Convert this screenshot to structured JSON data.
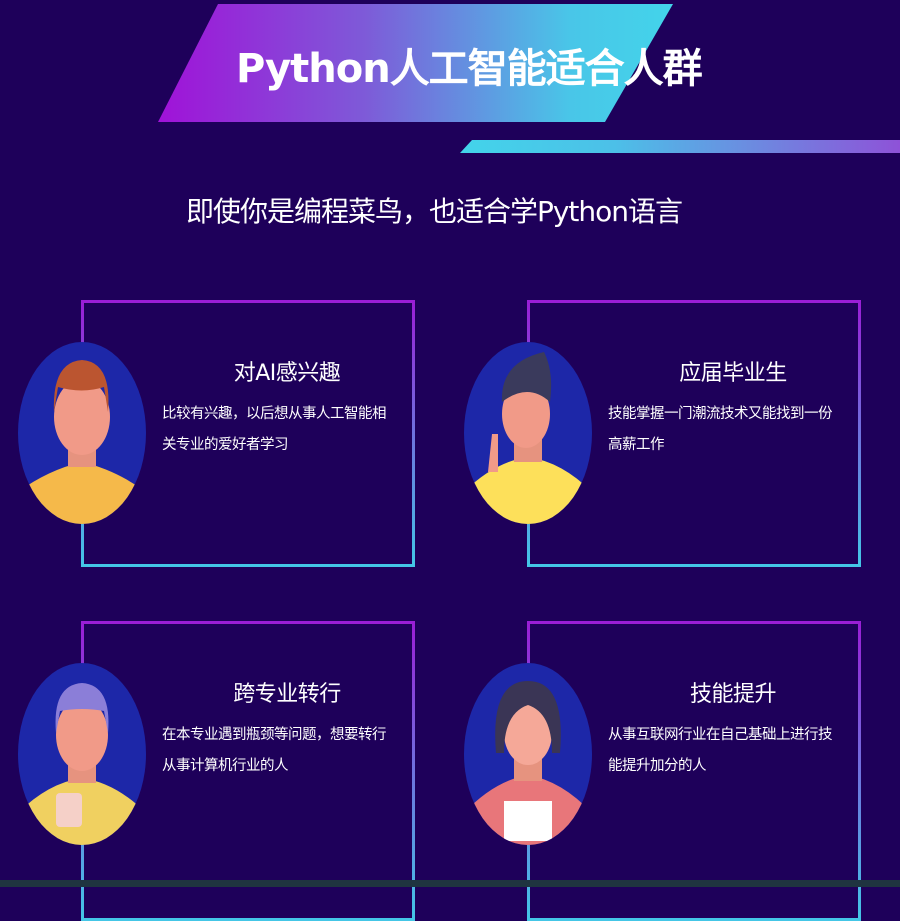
{
  "header": {
    "title": "Python人工智能适合人群",
    "subtitle": "即使你是编程菜鸟，也适合学Python语言"
  },
  "colors": {
    "background": "#1e005a",
    "gradient_purple": "#a012d8",
    "gradient_cyan": "#43d4ea"
  },
  "cards": [
    {
      "title": "对AI感兴趣",
      "desc": "比较有兴趣，以后想从事人工智能相关专业的爱好者学习",
      "avatar": "man-orange-hair-avatar"
    },
    {
      "title": "应届毕业生",
      "desc": "技能掌握一门潮流技术又能找到一份高薪工作",
      "avatar": "graduate-peace-sign-avatar"
    },
    {
      "title": "跨专业转行",
      "desc": "在本专业遇到瓶颈等问题，想要转行从事计算机行业的人",
      "avatar": "purple-hair-avatar"
    },
    {
      "title": "技能提升",
      "desc": "从事互联网行业在自己基础上进行技能提升加分的人",
      "avatar": "woman-bob-hair-avatar"
    }
  ]
}
